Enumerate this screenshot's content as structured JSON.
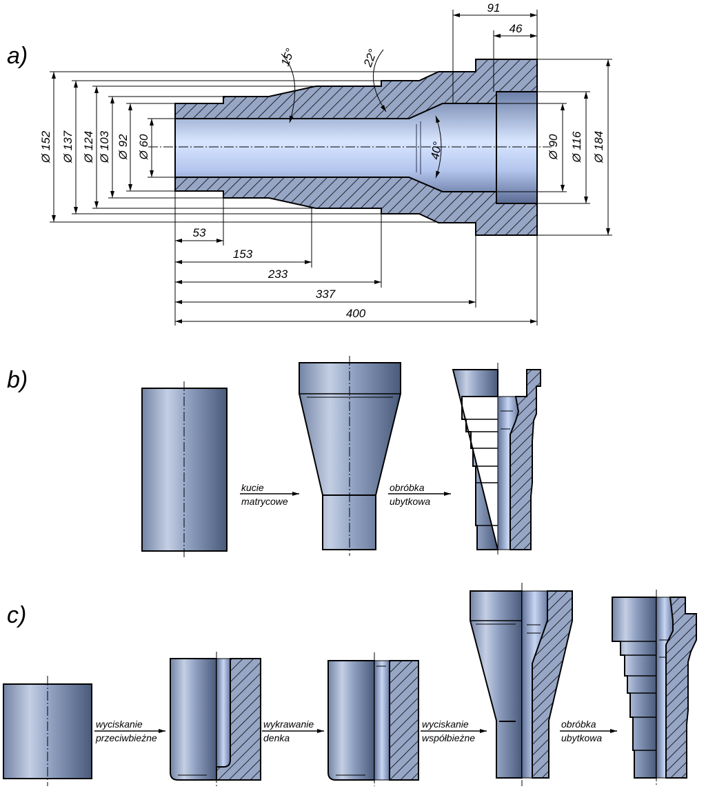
{
  "labels": {
    "a": "a)",
    "b": "b)",
    "c": "c)"
  },
  "drawing_a": {
    "left_diameters": [
      "Ø 152",
      "Ø 137",
      "Ø 124",
      "Ø 103",
      "Ø 92",
      "Ø 60"
    ],
    "right_diameters": [
      "Ø 90",
      "Ø 116",
      "Ø 184"
    ],
    "top_lengths": [
      "91",
      "46"
    ],
    "angles": [
      "15°",
      "22°",
      "40°"
    ],
    "bottom_lengths": [
      "53",
      "153",
      "233",
      "337",
      "400"
    ]
  },
  "row_b": {
    "step1": [
      "kucie",
      "matrycowe"
    ],
    "step2": [
      "obróbka",
      "ubytkowa"
    ]
  },
  "row_c": {
    "step1": [
      "wyciskanie",
      "przeciwbieżne"
    ],
    "step2": [
      "wykrawanie",
      "denka"
    ],
    "step3": [
      "wyciskanie",
      "współbieżne"
    ],
    "step4": [
      "obróbka",
      "ubytkowa"
    ]
  },
  "colors": {
    "metal_light": "#dbe4f4",
    "metal_mid": "#94a8c8",
    "metal_dark": "#4f6282",
    "bore_light": "#cfe0ff"
  }
}
